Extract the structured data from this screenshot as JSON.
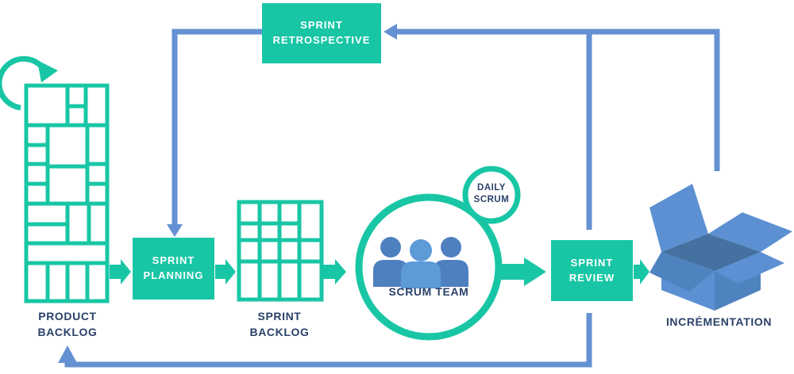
{
  "colors": {
    "teal": "#18C6A5",
    "blue": "#6590D2",
    "navy": "#2A4168",
    "white": "#FFFFFF",
    "person_side": "#4E80C0",
    "person_middle": "#5C9AD8",
    "box_main": "#5C90D2",
    "box_mid": "#4F83C0",
    "box_dark": "#44719F"
  },
  "nodes": {
    "sprint_retrospective": {
      "line1": "SPRINT",
      "line2": "RETROSPECTIVE"
    },
    "sprint_planning": {
      "line1": "SPRINT",
      "line2": "PLANNING"
    },
    "sprint_review": {
      "line1": "SPRINT",
      "line2": "REVIEW"
    },
    "product_backlog": {
      "line1": "PRODUCT",
      "line2": "BACKLOG"
    },
    "sprint_backlog": {
      "line1": "SPRINT",
      "line2": "BACKLOG"
    },
    "scrum_team": {
      "label": "SCRUM TEAM"
    },
    "daily_scrum": {
      "line1": "DAILY",
      "line2": "SCRUM"
    },
    "incrementation": {
      "label": "INCRÉMENTATION"
    }
  },
  "icons": {
    "loop_arrow": "loop-arrow-icon",
    "product_backlog_grid": "backlog-grid-icon",
    "sprint_backlog_grid": "backlog-grid-icon",
    "team": "team-icon",
    "daily_scrum_badge": "daily-scrum-circle-icon",
    "open_box": "open-box-icon"
  }
}
